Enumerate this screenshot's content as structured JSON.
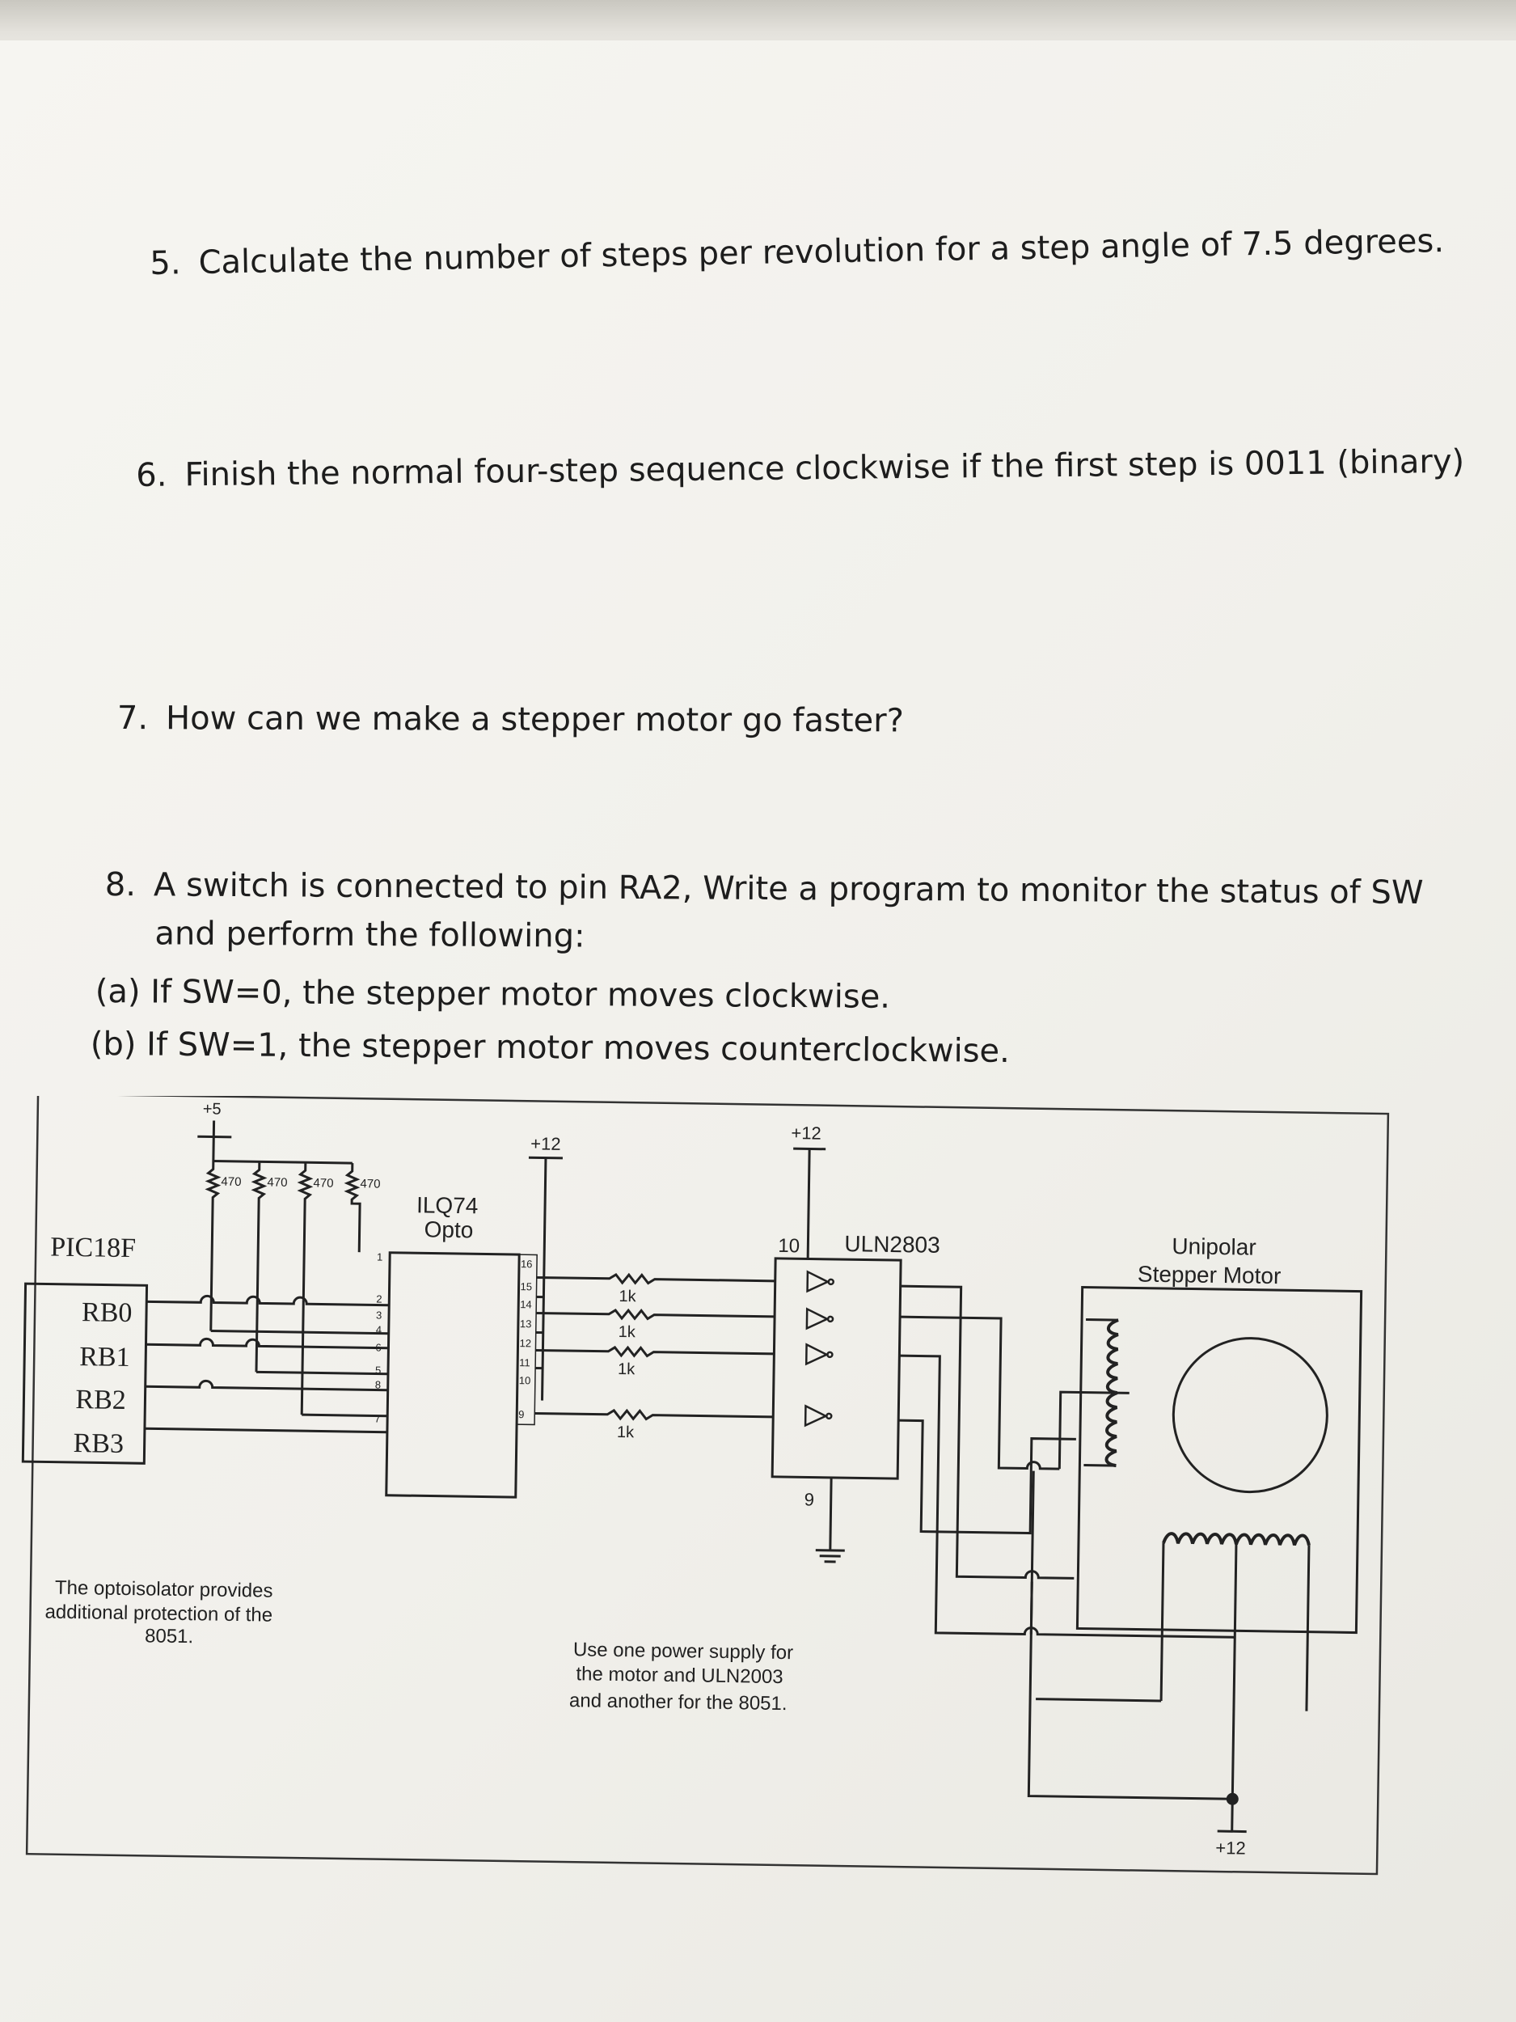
{
  "questions": [
    {
      "number": "5.",
      "text": "Calculate the number of steps per revolution for a step angle of 7.5 degrees."
    },
    {
      "number": "6.",
      "text": "Finish the normal four-step sequence clockwise if the first step is 0011 (binary)"
    },
    {
      "number": "7.",
      "text": "How can we make a stepper motor go faster?"
    },
    {
      "number": "8.",
      "line1": "A switch is connected to pin RA2,  Write a program to monitor the status of SW",
      "line2": "and perform the following:"
    }
  ],
  "sub_items": [
    {
      "text": "(a) If SW=0, the stepper motor moves clockwise."
    },
    {
      "text": "(b) If SW=1, the stepper motor moves counterclockwise."
    }
  ],
  "diagram": {
    "mcu_label": "PIC18F",
    "ports": [
      "RB0",
      "RB1",
      "RB2",
      "RB3"
    ],
    "vcc5": "+5",
    "resistors": [
      "470",
      "470",
      "470",
      "470"
    ],
    "opto_name": "ILQ74",
    "opto_sub": "Opto",
    "opto_left_pins": [
      "1",
      "2",
      "3",
      "4",
      "6",
      "5",
      "8",
      "7"
    ],
    "opto_right_pins": [
      "16",
      "15",
      "14",
      "13",
      "12",
      "11",
      "10",
      "9"
    ],
    "vcc12_a": "+12",
    "vcc12_b": "+12",
    "vcc12_c": "+12",
    "base_resistors": [
      "1k",
      "1k",
      "1k",
      "1k"
    ],
    "driver_name": "ULN2803",
    "driver_pin_top": "10",
    "driver_pin_bottom": "9",
    "motor_line1": "Unipolar",
    "motor_line2": "Stepper Motor",
    "note_opto": [
      "The optoisolator provides",
      "additional protection of the",
      "8051."
    ],
    "note_power": [
      "Use one power supply for",
      "the motor and ULN2003",
      "and another for the 8051."
    ]
  }
}
